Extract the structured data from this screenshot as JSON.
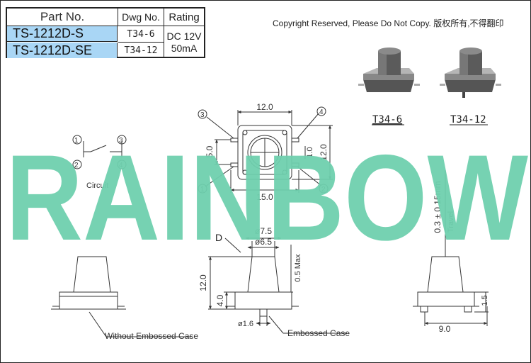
{
  "table": {
    "headers": [
      "Part No.",
      "Dwg No.",
      "Rating"
    ],
    "rows": [
      {
        "part": "TS-1212D-S",
        "dwg": "T34-6"
      },
      {
        "part": "TS-1212D-SE",
        "dwg": "T34-12"
      }
    ],
    "rating_line1": "DC 12V",
    "rating_line2": "50mA"
  },
  "copyright": "Copyright Reserved, Please Do Not Copy. 版权所有,不得翻印",
  "watermark": "RAINBOW",
  "product_labels": [
    "T34-6",
    "T34-12"
  ],
  "circuit": {
    "label": "Circuit",
    "pins": [
      "1",
      "2",
      "3",
      "4"
    ]
  },
  "top_view": {
    "dim_top": "12.0",
    "dim_bottom": "15.0",
    "dim_left": "5.0",
    "dim_right_inner": "1.0",
    "dim_right": "12.0",
    "pins": [
      "1",
      "2",
      "3",
      "4"
    ]
  },
  "side_center": {
    "tag": "D",
    "dia_top": "ø7.5",
    "dia_mid": "ø6.5",
    "height": "12.0",
    "base": "4.0",
    "max": "0.5 Max",
    "pin_dia": "ø1.6",
    "embossed_note": "Embossed Case"
  },
  "side_left": {
    "note": "Without Embossed Case"
  },
  "side_right": {
    "travel": "0.3 ± 0.15mm",
    "travel_label": "Travel",
    "width": "9.0",
    "height": "1.5"
  },
  "colors": {
    "watermark": "#6fd0ae",
    "table_highlight": "#a9d6f5",
    "line": "#333333"
  }
}
